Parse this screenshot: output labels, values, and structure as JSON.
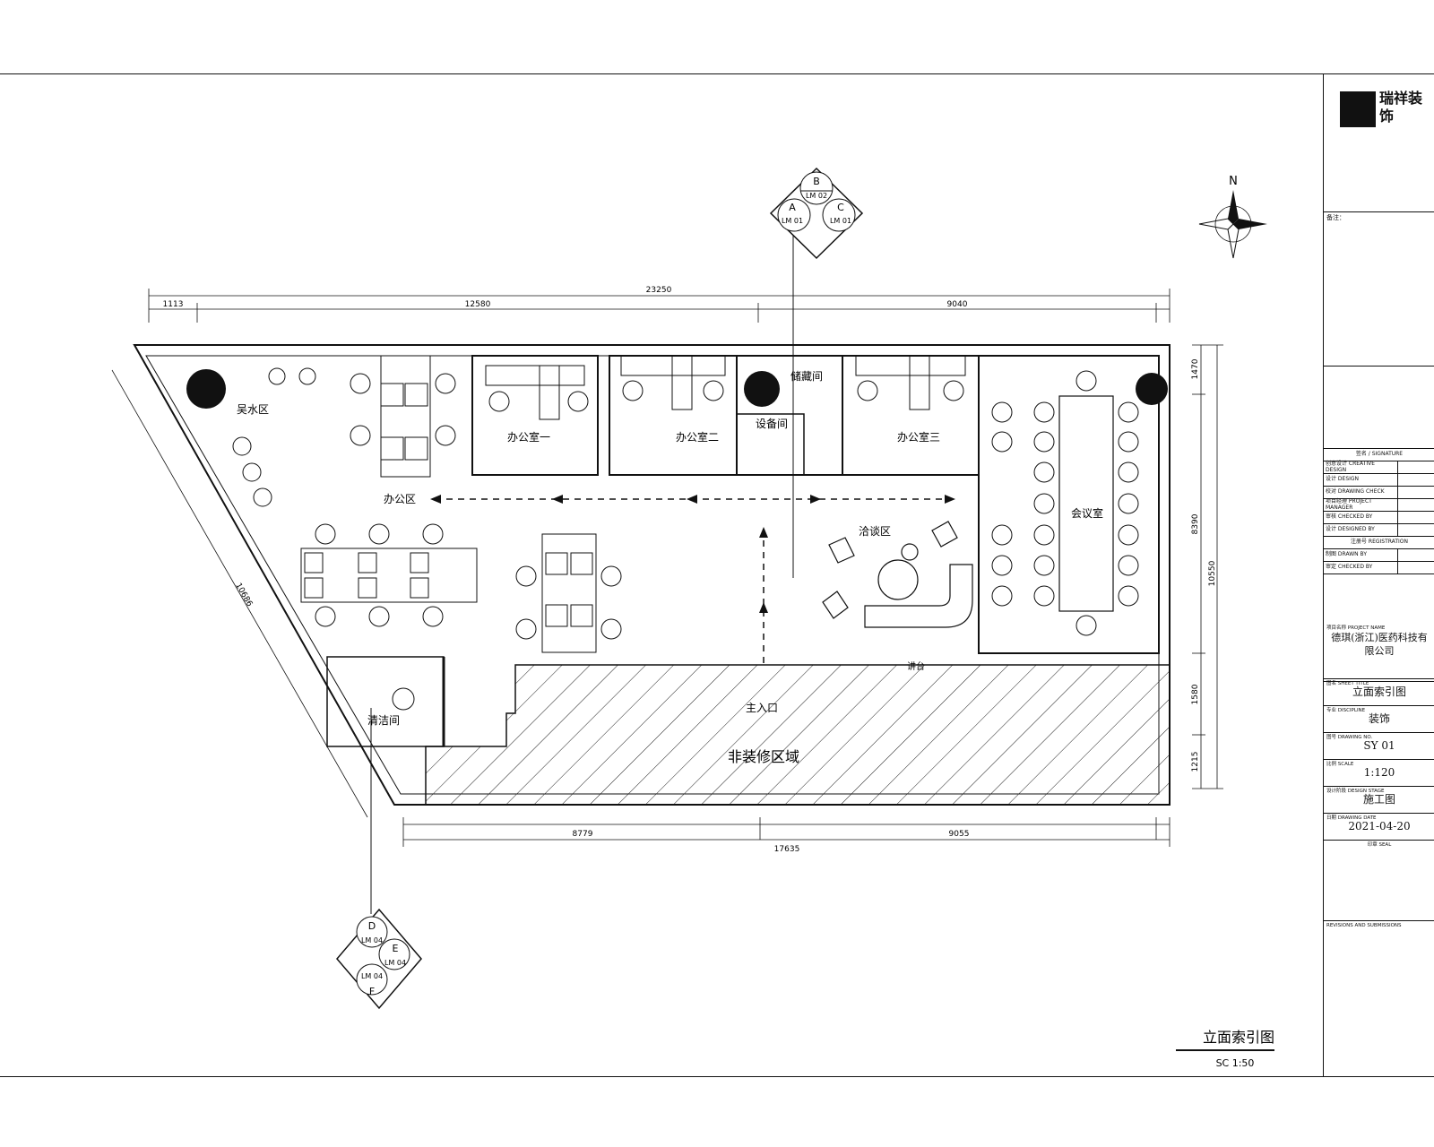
{
  "drawing": {
    "title": "立面索引图",
    "scale_label": "SC 1:50",
    "north_label": "N"
  },
  "rooms": {
    "water_area": "吴水区",
    "office_area": "办公区",
    "office_1": "办公室一",
    "office_2": "办公室二",
    "office_3": "办公室三",
    "storage": "储藏间",
    "equipment": "设备间",
    "negotiation": "洽谈区",
    "meeting": "会议室",
    "service": "清洁间",
    "main_entrance": "主入口",
    "non_renovation": "非装修区域",
    "lectern": "讲台"
  },
  "dimensions": {
    "top_total": "23250",
    "top_left": "1113",
    "top_mid": "12580",
    "top_right": "9040",
    "bottom_left": "8779",
    "bottom_right": "9055",
    "bottom_total": "17635",
    "right_1": "1470",
    "right_2": "8390",
    "right_total": "10550",
    "right_3": "1580",
    "right_4": "1215",
    "diag": "10686"
  },
  "callouts": {
    "top": {
      "b": "B",
      "a": "A",
      "c": "C",
      "ref_b": "LM 02",
      "ref_a": "LM 01",
      "ref_c": "LM 01"
    },
    "bottom": {
      "d": "D",
      "e": "E",
      "f": "F",
      "ref_d": "LM 04",
      "ref_e": "LM 04",
      "ref_f": "LM 04"
    }
  },
  "title_block": {
    "company_name": "瑞祥装饰",
    "notes_header": "备注：",
    "signature": "签名 / SIGNATURE",
    "creative": "创意设计 CREATIVE DESIGN",
    "design": "设计 DESIGN",
    "drawing_check": "校对 DRAWING CHECK",
    "project_manager": "项目经理 PROJECT MANAGER",
    "checked": "审核 CHECKED BY",
    "designed": "设计 DESIGNED BY",
    "registration": "注册号 REGISTRATION",
    "drawn": "制图 DRAWN BY",
    "approved": "审定 CHECKED BY",
    "project_name_label": "项目名称 PROJECT NAME",
    "project_name": "德琪(浙江)医药科技有限公司",
    "sheet_title_label": "图名 SHEET TITLE",
    "sheet_title": "立面索引图",
    "discipline_label": "专业 DISCIPLINE",
    "discipline": "装饰",
    "drawing_no_label": "图号 DRAWING NO.",
    "drawing_no": "SY 01",
    "scale_label": "比例 SCALE",
    "scale": "1:120",
    "stage_label": "设计阶段 DESIGN STAGE",
    "stage": "施工图",
    "date_label": "日期 DRAWING DATE",
    "date": "2021-04-20",
    "seal": "印章 SEAL",
    "revisions": "REVISIONS AND SUBMISSIONS"
  }
}
